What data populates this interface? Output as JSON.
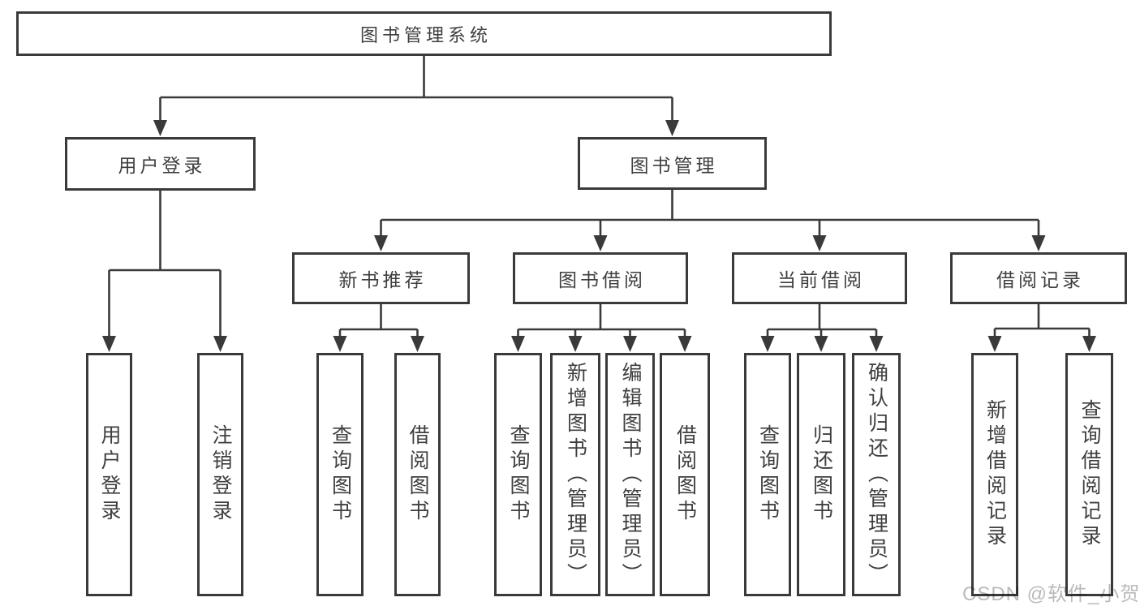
{
  "tree": {
    "root": {
      "label": "图书管理系统"
    },
    "branches": [
      {
        "label": "用户登录",
        "children": [
          {
            "label": "用户登录"
          },
          {
            "label": "注销登录"
          }
        ]
      },
      {
        "label": "图书管理",
        "sections": [
          {
            "label": "新书推荐",
            "children": [
              {
                "label": "查询图书"
              },
              {
                "label": "借阅图书"
              }
            ]
          },
          {
            "label": "图书借阅",
            "children": [
              {
                "label": "查询图书"
              },
              {
                "label": "新增图书（管理员）"
              },
              {
                "label": "编辑图书（管理员）"
              },
              {
                "label": "借阅图书"
              }
            ]
          },
          {
            "label": "当前借阅",
            "children": [
              {
                "label": "查询图书"
              },
              {
                "label": "归还图书"
              },
              {
                "label": "确认归还（管理员）"
              }
            ]
          },
          {
            "label": "借阅记录",
            "children": [
              {
                "label": "新增借阅记录"
              },
              {
                "label": "查询借阅记录"
              }
            ]
          }
        ]
      }
    ]
  },
  "watermark": {
    "text": "CSDN @软件_小贺同学"
  },
  "colors": {
    "line": "#3a3a3a",
    "text": "#3f3f3f",
    "background": "#ffffff",
    "watermark": "#b3b3b3"
  }
}
